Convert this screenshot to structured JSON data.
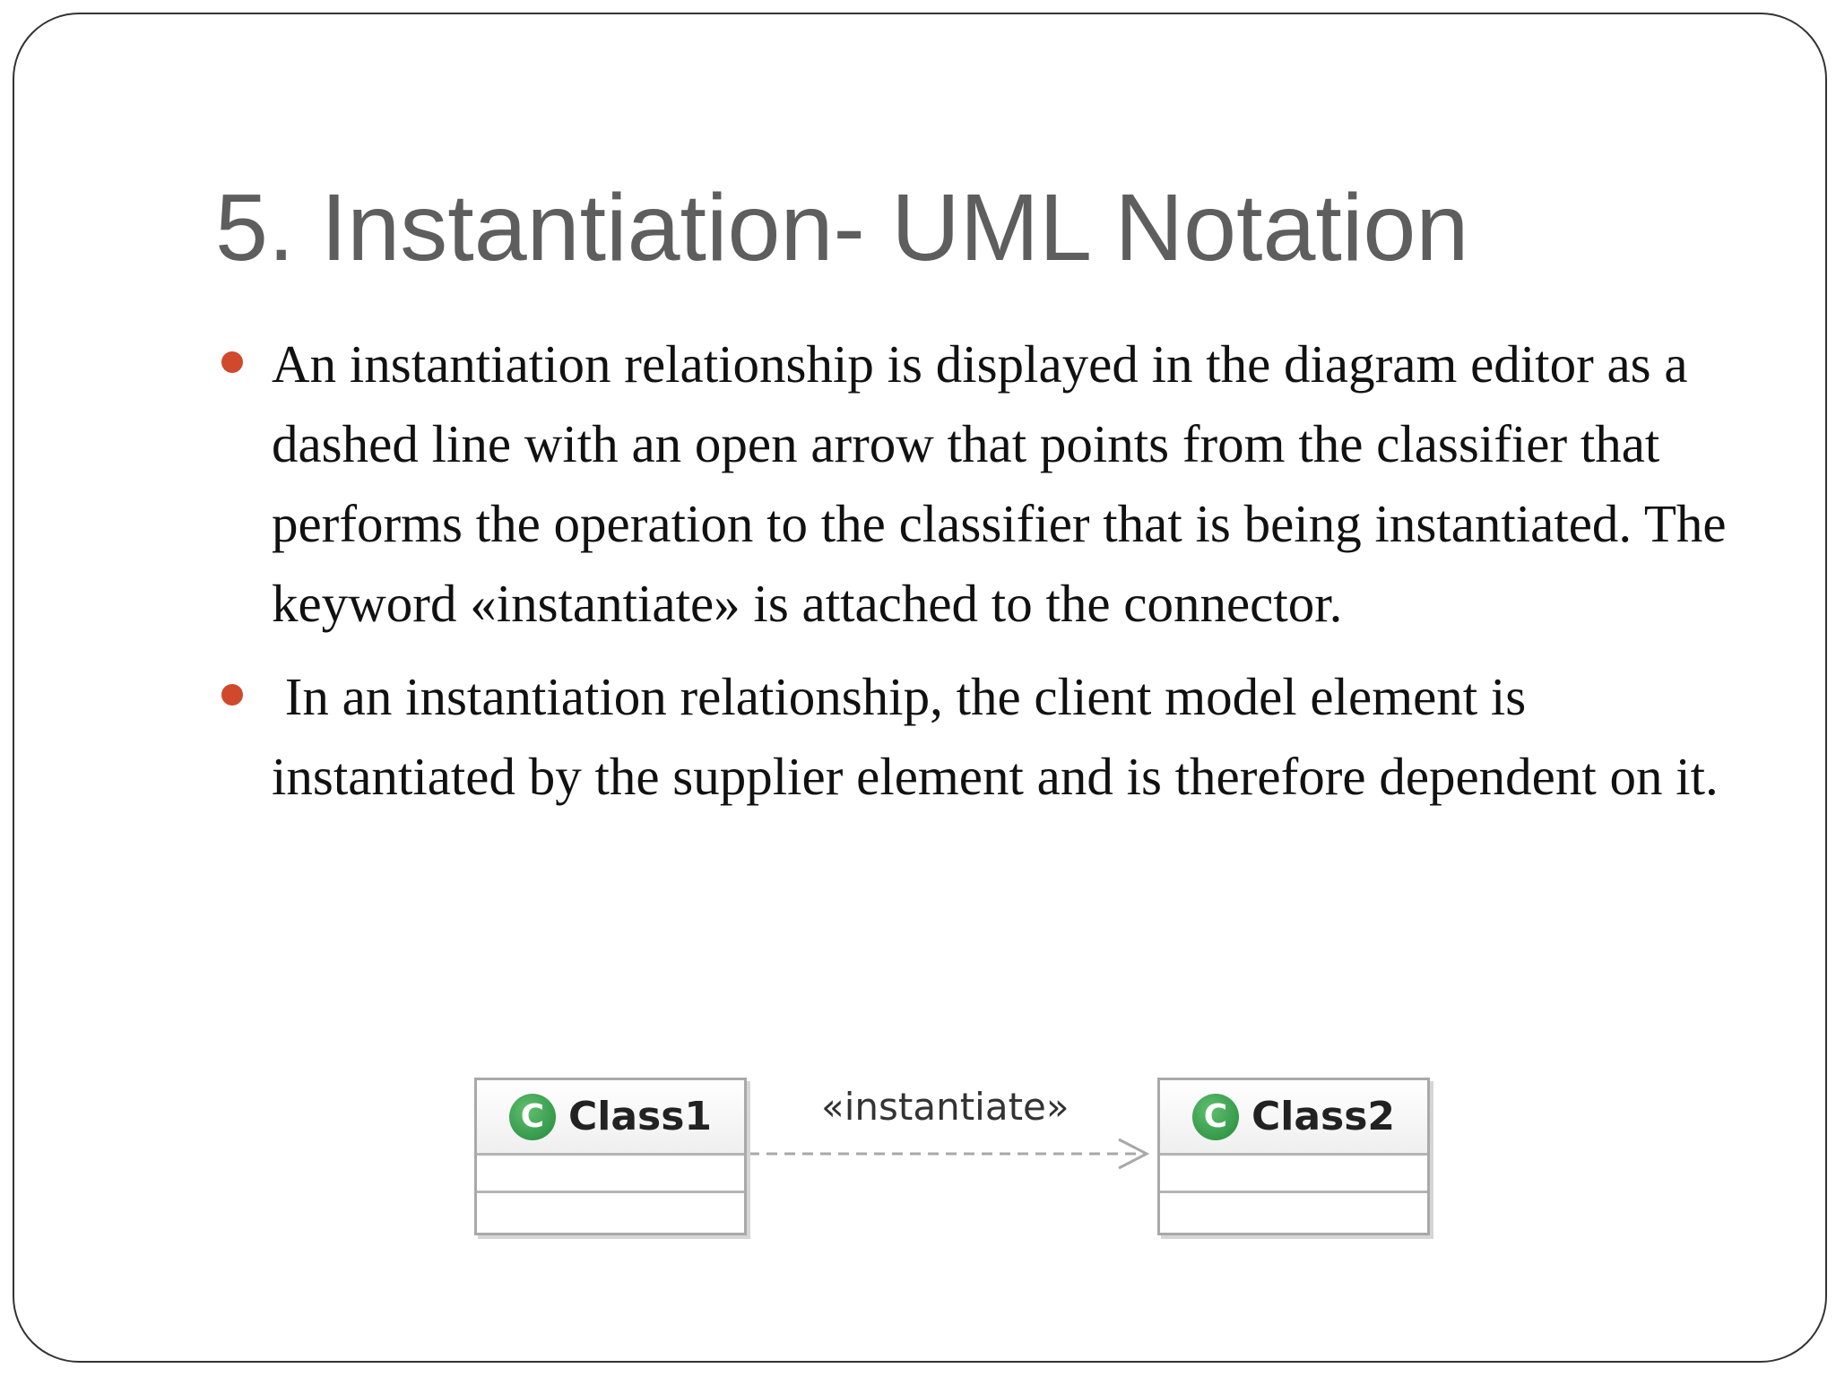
{
  "slide": {
    "title": "5. Instantiation- UML Notation",
    "bullets": [
      "An instantiation relationship is displayed in the diagram editor as a dashed line with an open arrow that points from the classifier that performs the operation to the classifier that is being instantiated. The keyword «instantiate» is attached to the connector.",
      " In an instantiation relationship, the client model element is instantiated by the supplier element and is therefore dependent on it."
    ],
    "bullet_color": "#d1492c"
  },
  "diagram": {
    "class1": {
      "name": "Class1",
      "icon": "class-icon",
      "icon_glyph": "C"
    },
    "class2": {
      "name": "Class2",
      "icon": "class-icon",
      "icon_glyph": "C"
    },
    "relationship": {
      "keyword": "«instantiate»",
      "line_style": "dashed",
      "arrow": "open",
      "direction": "Class1 to Class2"
    },
    "icon_color": "#2f9a45"
  }
}
